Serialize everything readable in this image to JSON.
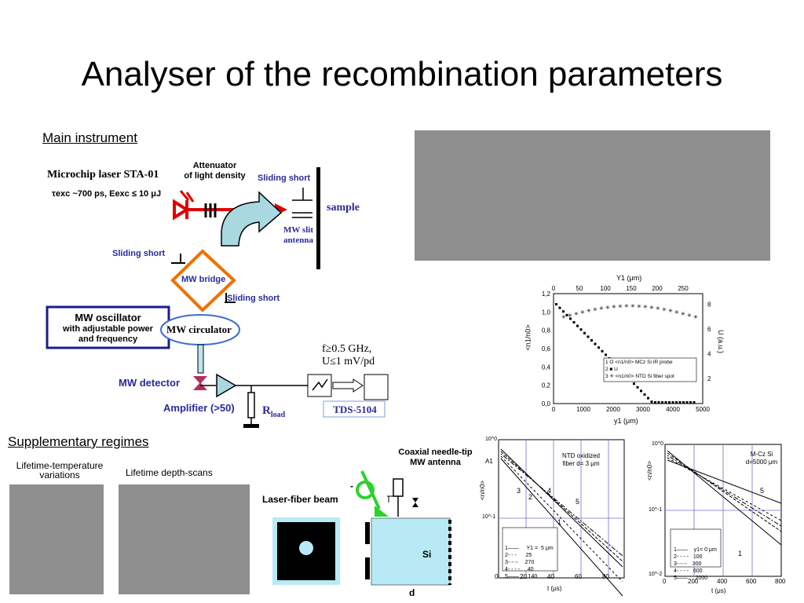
{
  "title": "Analyser of the recombination parameters",
  "main_heading": "Main instrument",
  "supp_heading": "Supplementary regimes",
  "diagram": {
    "laser_label": "Microchip laser STA-01",
    "laser_params": "τexc ~700 ps, Eexc ≤ 10 μJ",
    "attenuator_line1": "Attenuator",
    "attenuator_line2": "of light density",
    "sliding_short_1": "Sliding short",
    "sliding_short_2": "Sliding short",
    "sliding_short_3": "Sliding short",
    "sample": "sample",
    "mw_slit_1": "MW slit",
    "mw_slit_2": "antenna",
    "mw_bridge": "MW bridge",
    "mw_osc_title": "MW oscillator",
    "mw_osc_sub1": "with adjustable power",
    "mw_osc_sub2": "and frequency",
    "mw_circulator": "MW circulator",
    "freq": "f≥0.5 GHz,",
    "volt": "U≤1 mV/pd",
    "mw_detector": "MW detector",
    "amplifier": "Amplifier (>50)",
    "rload": "R",
    "rload_sub": "load",
    "tds": "TDS-5104"
  },
  "chart_top": {
    "top_axis_label": "Y1 (μm)",
    "bottom_axis_label": "y1 (μm)",
    "left_axis_label": "<n1/n0>",
    "right_axis_label": "U (a.u.)",
    "top_ticks": [
      "0",
      "50",
      "100",
      "150",
      "200",
      "250"
    ],
    "bottom_ticks": [
      "0",
      "1000",
      "2000",
      "3000",
      "4000",
      "5000"
    ],
    "left_ticks": [
      "0,0",
      "0,2",
      "0,4",
      "0,6",
      "0,8",
      "1,0",
      "1,2"
    ],
    "right_ticks": [
      "2",
      "4",
      "6",
      "8"
    ],
    "legend": [
      "1  O   <n1/n0>  MCz Si  IR probe",
      "2  ■   U",
      "3  ✳   <n1/n0>   NTD Si  fiber spot"
    ]
  },
  "supp": {
    "lt_temp_1": "Lifetime-temperature",
    "lt_temp_2": "variations",
    "lt_depth": "Lifetime depth-scans",
    "coax_1": "Coaxial needle-tip",
    "coax_2": "MW antenna",
    "laser_fiber": "Laser-fiber beam",
    "si": "Si",
    "d": "d",
    "minus": "-"
  },
  "chart_left": {
    "annot_1": "NTD oxidized",
    "annot_2": "fiber d= 3 μm",
    "y_label": "<n/n0>",
    "a1": "A1",
    "x_label": "t  (μs)",
    "x_ticks": [
      "0",
      "20",
      "40",
      "60",
      "80"
    ],
    "y_ticks": [
      "10^0",
      "10^-1"
    ],
    "curve_labels": [
      "4",
      "3",
      "2",
      "5",
      "1"
    ],
    "legend": [
      "1——     Y1 =  5 μm",
      "2- - -      25",
      "3-·-·-·    270",
      "4- - - -     40",
      "5——      140"
    ]
  },
  "chart_right": {
    "annot_1": "M-Cz Si",
    "annot_2": "d=5000 μm",
    "y_label": "<n/n0>",
    "x_label": "t  (μs)",
    "x_ticks": [
      "0",
      "200",
      "400",
      "600",
      "800"
    ],
    "y_ticks": [
      "10^0",
      "10^-1",
      "10^-2"
    ],
    "curve_labels": [
      "5",
      "1"
    ],
    "legend": [
      "1——    y1= 0 μm",
      "2- - - -   100",
      "3-·-·-·   300",
      "4- - - -   600",
      "5——     2000"
    ]
  }
}
